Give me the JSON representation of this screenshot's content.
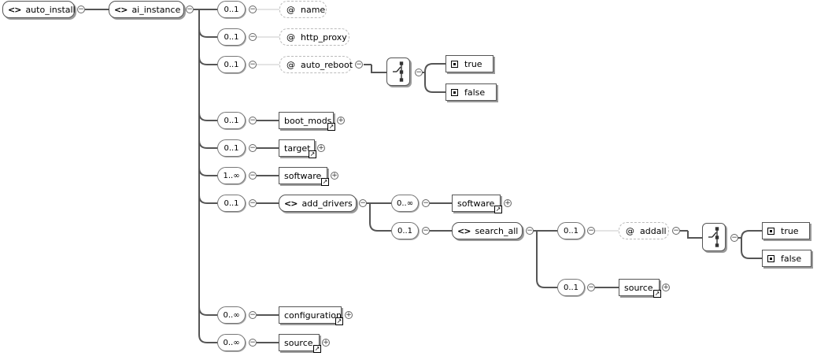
{
  "nodes": {
    "auto_install": {
      "label": "auto_install",
      "glyph": "<>"
    },
    "ai_instance": {
      "label": "ai_instance",
      "glyph": "<>"
    },
    "name": {
      "label": "name",
      "glyph": "@",
      "occ": "0..1"
    },
    "http_proxy": {
      "label": "http_proxy",
      "glyph": "@",
      "occ": "0..1"
    },
    "auto_reboot": {
      "label": "auto_reboot",
      "glyph": "@",
      "occ": "0..1"
    },
    "auto_reboot_true": {
      "label": "true"
    },
    "auto_reboot_false": {
      "label": "false"
    },
    "boot_mods": {
      "label": "boot_mods",
      "occ": "0..1"
    },
    "target": {
      "label": "target",
      "occ": "0..1"
    },
    "software": {
      "label": "software",
      "occ": "1..∞"
    },
    "add_drivers": {
      "label": "add_drivers",
      "glyph": "<>",
      "occ": "0..1"
    },
    "ad_software": {
      "label": "software",
      "occ": "0..∞"
    },
    "search_all": {
      "label": "search_all",
      "glyph": "<>",
      "occ": "0..1"
    },
    "addall": {
      "label": "addall",
      "glyph": "@",
      "occ": "0..1"
    },
    "addall_true": {
      "label": "true"
    },
    "addall_false": {
      "label": "false"
    },
    "sa_source": {
      "label": "source",
      "occ": "0..1"
    },
    "configuration": {
      "label": "configuration",
      "occ": "0..∞"
    },
    "source": {
      "label": "source",
      "occ": "0..∞"
    }
  },
  "icons": {
    "toggle_collapse": "−",
    "toggle_expand": "+",
    "ref_arrow": "↗",
    "enum_marker": "■",
    "choice": "choice-compositor"
  }
}
